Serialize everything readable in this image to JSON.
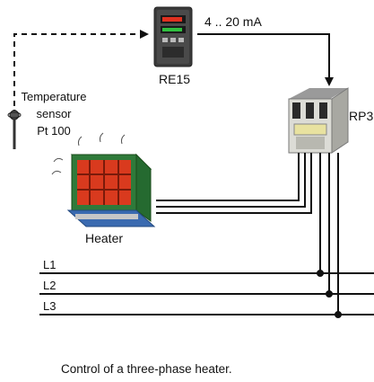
{
  "controller": {
    "label": "RE15"
  },
  "signal": {
    "label": "4 .. 20 mA"
  },
  "power_unit": {
    "label": "RP3"
  },
  "sensor": {
    "line1": "Temperature",
    "line2": "sensor",
    "line3": "Pt 100"
  },
  "heater": {
    "label": "Heater"
  },
  "phases": {
    "l1": "L1",
    "l2": "L2",
    "l3": "L3"
  },
  "caption": "Control of a three-phase heater.",
  "colors": {
    "wire": "#111111",
    "controller_body": "#3a3a3a",
    "display_red": "#e03020",
    "heater_red": "#d93a1e",
    "heater_green": "#2f7a3a"
  }
}
